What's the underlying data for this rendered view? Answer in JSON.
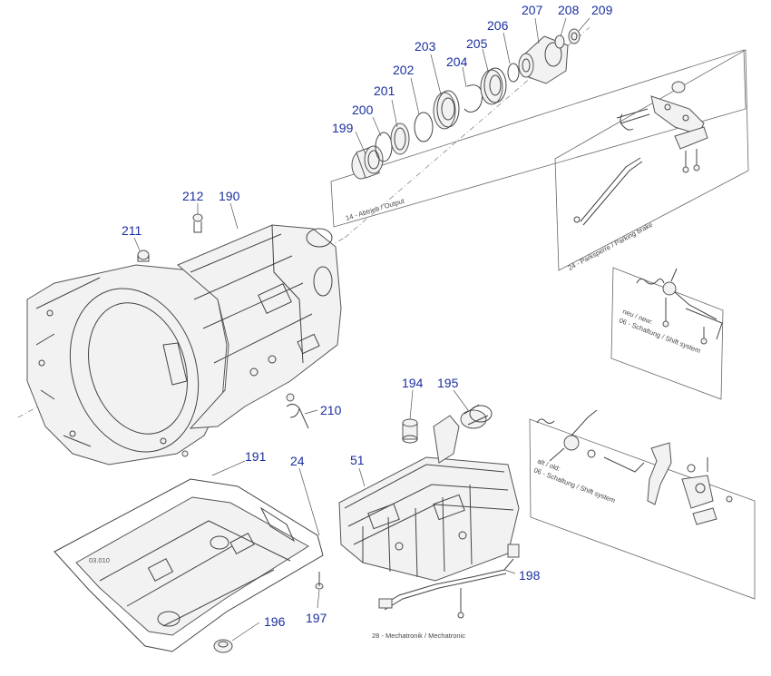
{
  "callouts": [
    {
      "id": "c-199",
      "label": "199"
    },
    {
      "id": "c-200",
      "label": "200"
    },
    {
      "id": "c-201",
      "label": "201"
    },
    {
      "id": "c-202",
      "label": "202"
    },
    {
      "id": "c-203",
      "label": "203"
    },
    {
      "id": "c-204",
      "label": "204"
    },
    {
      "id": "c-205",
      "label": "205"
    },
    {
      "id": "c-206",
      "label": "206"
    },
    {
      "id": "c-207",
      "label": "207"
    },
    {
      "id": "c-208",
      "label": "208"
    },
    {
      "id": "c-209",
      "label": "209"
    },
    {
      "id": "c-212",
      "label": "212"
    },
    {
      "id": "c-190",
      "label": "190"
    },
    {
      "id": "c-211",
      "label": "211"
    },
    {
      "id": "c-210",
      "label": "210"
    },
    {
      "id": "c-194",
      "label": "194"
    },
    {
      "id": "c-195",
      "label": "195"
    },
    {
      "id": "c-191",
      "label": "191"
    },
    {
      "id": "c-24",
      "label": "24"
    },
    {
      "id": "c-51",
      "label": "51"
    },
    {
      "id": "c-198",
      "label": "198"
    },
    {
      "id": "c-197",
      "label": "197"
    },
    {
      "id": "c-196",
      "label": "196"
    }
  ],
  "captions": {
    "output": "14 - Abtrieb / Output",
    "parking": "24 - Parksperre / Parking brake",
    "shift_new": "neu / new:",
    "shift_new_sub": "06 - Schaltung / Shift system",
    "shift_old": "alt / old:",
    "shift_old_sub": "06 - Schaltung / Shift system",
    "mechatronic": "28 - Mechatronik / Mechatronic",
    "pan_code": "03.010"
  },
  "colors": {
    "callout": "#1b2fa0",
    "line": "#444444",
    "background": "#ffffff"
  }
}
